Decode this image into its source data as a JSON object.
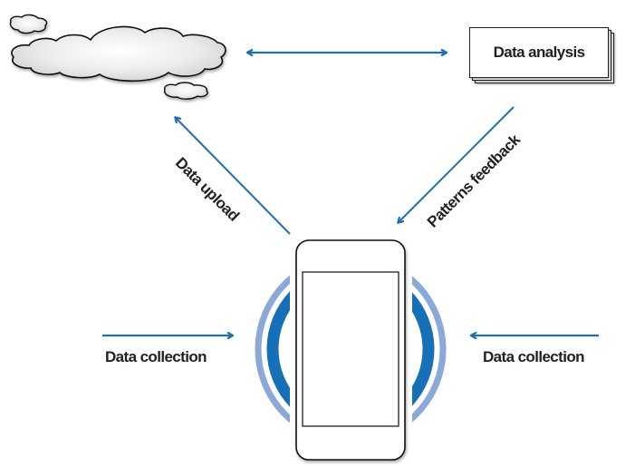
{
  "diagram": {
    "nodes": {
      "cloud": {
        "icon": "cloud-icon"
      },
      "analysis": {
        "label": "Data analysis"
      },
      "phone": {
        "icon": "smartphone-icon"
      }
    },
    "edges": {
      "cloud_analysis": {
        "direction": "bidirectional",
        "label": ""
      },
      "upload": {
        "label": "Data upload"
      },
      "feedback": {
        "label": "Patterns feedback"
      },
      "collection_left": {
        "label": "Data collection"
      },
      "collection_right": {
        "label": "Data collection"
      }
    },
    "colors": {
      "arrow": "#1a6fb5",
      "signal_inner": "#1570b8",
      "signal_outer": "#8aa8d8",
      "text": "#231f20",
      "outline": "#222222"
    }
  }
}
